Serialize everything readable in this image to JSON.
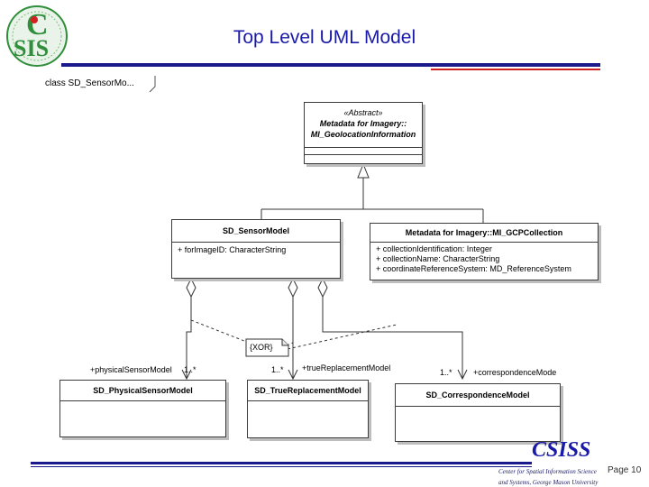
{
  "slide": {
    "title": "Top Level UML Model",
    "page_label": "Page 10"
  },
  "logo": {
    "text": "SIS",
    "letter_c": "C"
  },
  "footer": {
    "org_name": "CSISS",
    "org_line1": "Center for Spatial Information Science",
    "org_line2": "and Systems, George Mason University"
  },
  "diagram": {
    "frame_label": "class SD_SensorMo...",
    "classes": {
      "geolocation": {
        "stereotype": "«Abstract»",
        "name_line1": "Metadata for Imagery::",
        "name_line2": "MI_GeolocationInformation"
      },
      "sensor_model": {
        "name": "SD_SensorModel",
        "attributes": [
          "+ forImageID: CharacterString"
        ]
      },
      "gcp_collection": {
        "name": "Metadata for Imagery::MI_GCPCollection",
        "attributes": [
          "+ collectionIdentification: Integer",
          "+ collectionName: CharacterString",
          "+ coordinateReferenceSystem: MD_ReferenceSystem"
        ]
      },
      "physical_sensor": {
        "name": "SD_PhysicalSensorModel"
      },
      "true_replacement": {
        "name": "SD_TrueReplacementModel"
      },
      "correspondence": {
        "name": "SD_CorrespondenceModel"
      }
    },
    "constraint_note": "{XOR}",
    "associations": {
      "physical_role": "+physicalSensorModel",
      "physical_mult": "1..*",
      "true_mult": "1..*",
      "true_role": "+trueReplacementModel",
      "corr_mult": "1..*",
      "corr_role": "+correspondenceMode"
    }
  },
  "colors": {
    "title_blue": "#1a1aa8",
    "rule_blue": "#1a1a8c",
    "rule_red": "#cc2222",
    "logo_green": "#2f8f3a",
    "logo_red": "#d42020"
  }
}
